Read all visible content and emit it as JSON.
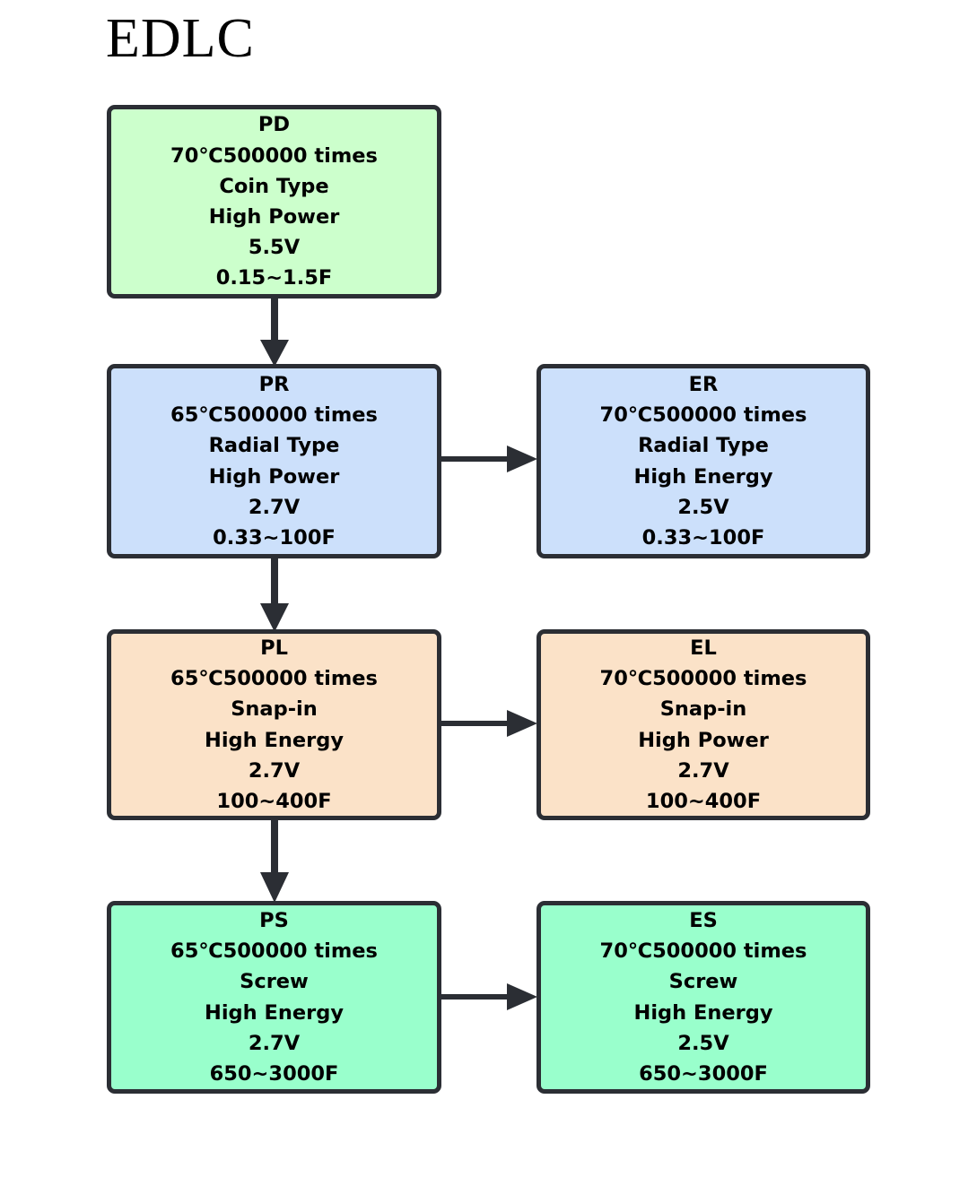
{
  "title": "EDLC",
  "colors": {
    "green_light": "#ccffcc",
    "blue_light": "#cce0fb",
    "peach_light": "#fbe2c8",
    "mint_green": "#99ffcc",
    "border": "#2b2e34",
    "arrow": "#2b2e34",
    "background": "#ffffff",
    "text": "#000000"
  },
  "nodes": {
    "pd": {
      "name": "PD",
      "lines": [
        "70℃500000 times",
        "Coin Type",
        "High Power",
        "5.5V",
        "0.15~1.5F"
      ],
      "cycle_life": "70℃500000 times",
      "package": "Coin Type",
      "characteristic": "High Power",
      "voltage": "5.5V",
      "capacitance": "0.15~1.5F",
      "fill": "#ccffcc"
    },
    "pr": {
      "name": "PR",
      "lines": [
        "65℃500000 times",
        "Radial Type",
        "High Power",
        "2.7V",
        "0.33~100F"
      ],
      "cycle_life": "65℃500000 times",
      "package": "Radial Type",
      "characteristic": "High Power",
      "voltage": "2.7V",
      "capacitance": "0.33~100F",
      "fill": "#cce0fb"
    },
    "er": {
      "name": "ER",
      "lines": [
        "70℃500000 times",
        "Radial Type",
        "High Energy",
        "2.5V",
        "0.33~100F"
      ],
      "cycle_life": "70℃500000 times",
      "package": "Radial Type",
      "characteristic": "High Energy",
      "voltage": "2.5V",
      "capacitance": "0.33~100F",
      "fill": "#cce0fb"
    },
    "pl": {
      "name": "PL",
      "lines": [
        "65℃500000 times",
        "Snap-in",
        "High Energy",
        "2.7V",
        "100~400F"
      ],
      "cycle_life": "65℃500000 times",
      "package": "Snap-in",
      "characteristic": "High Energy",
      "voltage": "2.7V",
      "capacitance": "100~400F",
      "fill": "#fbe2c8"
    },
    "el": {
      "name": "EL",
      "lines": [
        "70℃500000 times",
        "Snap-in",
        "High Power",
        "2.7V",
        "100~400F"
      ],
      "cycle_life": "70℃500000 times",
      "package": "Snap-in",
      "characteristic": "High Power",
      "voltage": "2.7V",
      "capacitance": "100~400F",
      "fill": "#fbe2c8"
    },
    "ps": {
      "name": "PS",
      "lines": [
        "65℃500000 times",
        "Screw",
        "High Energy",
        "2.7V",
        "650~3000F"
      ],
      "cycle_life": "65℃500000 times",
      "package": "Screw",
      "characteristic": "High Energy",
      "voltage": "2.7V",
      "capacitance": "650~3000F",
      "fill": "#99ffcc"
    },
    "es": {
      "name": "ES",
      "lines": [
        "70℃500000 times",
        "Screw",
        "High Energy",
        "2.5V",
        "650~3000F"
      ],
      "cycle_life": "70℃500000 times",
      "package": "Screw",
      "characteristic": "High Energy",
      "voltage": "2.5V",
      "capacitance": "650~3000F",
      "fill": "#99ffcc"
    }
  },
  "connections": [
    {
      "id": "pd-to-pr",
      "from": "PD",
      "to": "PR",
      "direction": "down"
    },
    {
      "id": "pr-to-er",
      "from": "PR",
      "to": "ER",
      "direction": "right"
    },
    {
      "id": "pr-to-pl",
      "from": "PR",
      "to": "PL",
      "direction": "down"
    },
    {
      "id": "pl-to-el",
      "from": "PL",
      "to": "EL",
      "direction": "right"
    },
    {
      "id": "pl-to-ps",
      "from": "PL",
      "to": "PS",
      "direction": "down"
    },
    {
      "id": "ps-to-es",
      "from": "PS",
      "to": "ES",
      "direction": "right"
    }
  ]
}
